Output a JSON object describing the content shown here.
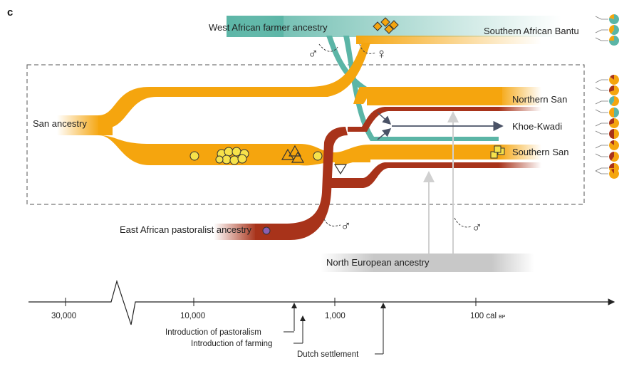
{
  "panel_letter": "c",
  "labels": {
    "west_african": "West African farmer ancestry",
    "southern_bantu": "Southern African Bantu",
    "northern_san": "Northern San",
    "khoe_kwadi": "Khoe-Kwadi",
    "southern_san": "Southern San",
    "san_ancestry": "San ancestry",
    "east_african": "East African pastoralist ancestry",
    "north_european": "North European ancestry"
  },
  "sex_symbols": {
    "male": "♂",
    "female": "♀"
  },
  "timeline": {
    "ticks": [
      "30,000",
      "10,000",
      "1,000",
      "100 cal"
    ],
    "unit_suffix": "BP",
    "events": [
      "Introduction of pastoralism",
      "Introduction of farming",
      "Dutch settlement"
    ]
  },
  "colors": {
    "san": "#f5a50e",
    "west_african": "#5bb5a6",
    "east_african": "#a8331a",
    "north_european": "#c8c8c8",
    "marker_yellow": "#f6e24a",
    "marker_purple": "#8a5fb0",
    "arrow": "#4a5266"
  }
}
